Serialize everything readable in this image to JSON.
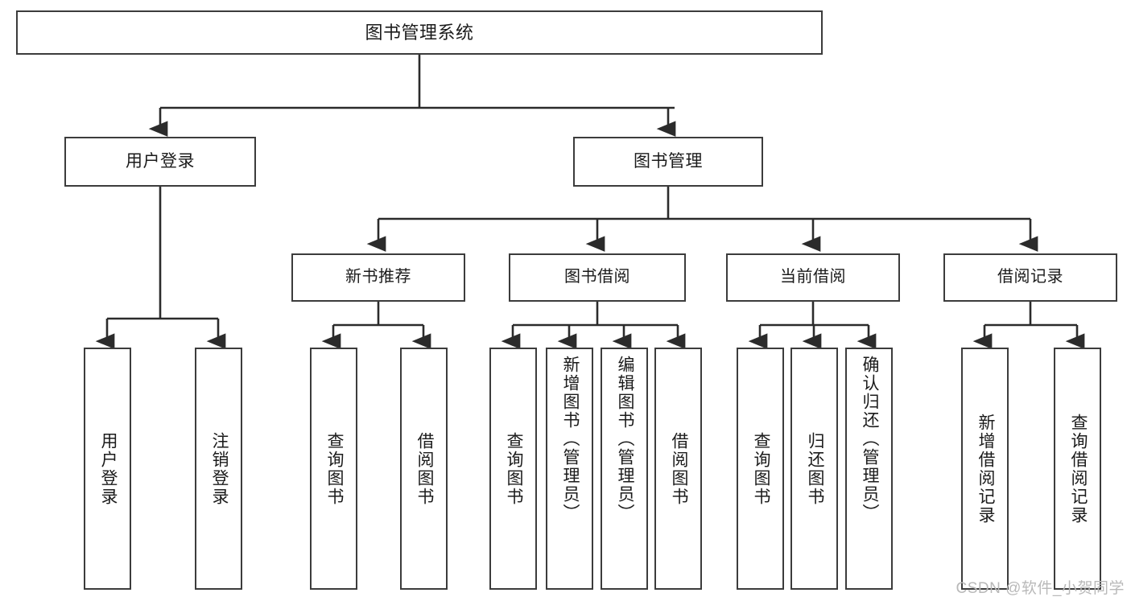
{
  "diagram": {
    "title": "图书管理系统",
    "watermark": "CSDN @软件_小贺同学",
    "line_color": "#2b2b2b",
    "box_border_color": "#3c3c3c",
    "background": "#ffffff",
    "root": {
      "label": "图书管理系统"
    },
    "level1": [
      {
        "label": "用户登录"
      },
      {
        "label": "图书管理"
      }
    ],
    "level2": [
      {
        "label": "新书推荐"
      },
      {
        "label": "图书借阅"
      },
      {
        "label": "当前借阅"
      },
      {
        "label": "借阅记录"
      }
    ],
    "leaves": {
      "user_login": [
        {
          "label": "用户登录"
        },
        {
          "label": "注销登录"
        }
      ],
      "new_book": [
        {
          "label": "查询图书"
        },
        {
          "label": "借阅图书"
        }
      ],
      "book_borrow": [
        {
          "label": "查询图书"
        },
        {
          "label": "新增图书（管理员）"
        },
        {
          "label": "编辑图书（管理员）"
        },
        {
          "label": "借阅图书"
        }
      ],
      "current_borrow": [
        {
          "label": "查询图书"
        },
        {
          "label": "归还图书"
        },
        {
          "label": "确认归还（管理员）"
        }
      ],
      "borrow_record": [
        {
          "label": "新增借阅记录"
        },
        {
          "label": "查询借阅记录"
        }
      ]
    }
  }
}
